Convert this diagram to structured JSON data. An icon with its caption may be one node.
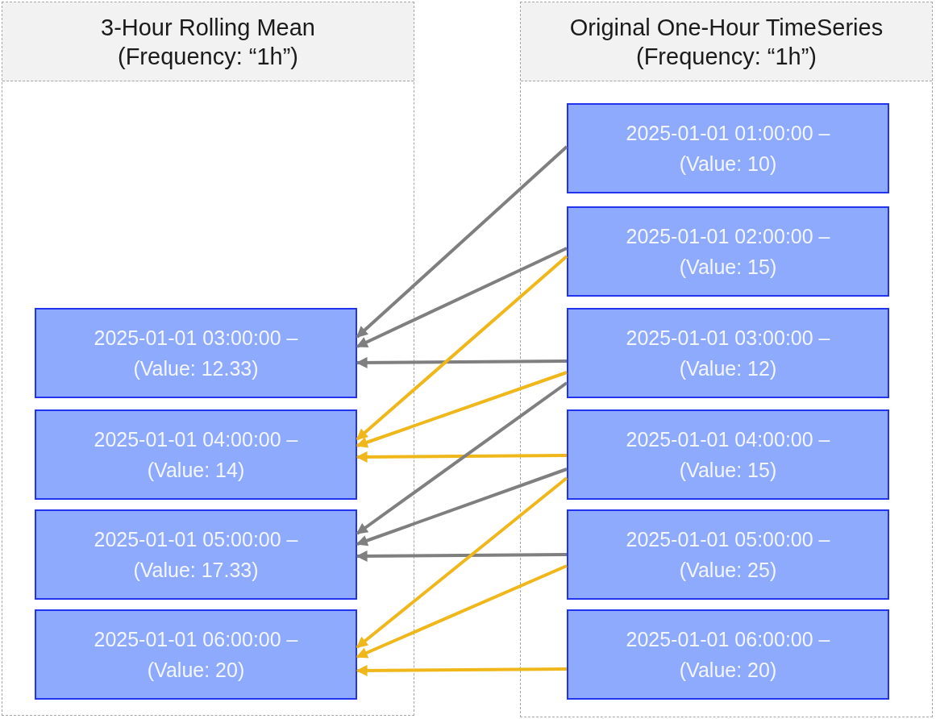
{
  "diagram": {
    "nodes": [
      {
        "text": [
          "3-Hour Rolling Mean (Frequency: “1h”)"
        ]
      },
      {
        "text": [
          "2025-01-01 03:00:00 – (Value: 12.33)"
        ],
        "in": 0
      },
      {
        "text": [
          "2025-01-01 04:00:00 – (Value: 14)"
        ],
        "in": 0
      },
      {
        "text": [
          "2025-01-01 05:00:00 – (Value: 17.33)"
        ],
        "in": 0
      },
      {
        "text": [
          "2025-01-01 06:00:00 – (Value: 20)"
        ],
        "in": 0
      },
      {
        "text": [
          "Original One-Hour TimeSeries (Frequency: “1h”)"
        ]
      },
      {
        "text": [
          "2025-01-01 01:00:00 – (Value: 10)"
        ],
        "in": 5
      },
      {
        "text": [
          "2025-01-01 02:00:00 – (Value: 15)"
        ],
        "in": 5
      },
      {
        "text": [
          "2025-01-01 03:00:00 – (Value: 12)"
        ],
        "in": 5
      },
      {
        "text": [
          "2025-01-01 04:00:00 – (Value: 15)"
        ],
        "in": 5
      },
      {
        "text": [
          "2025-01-01 05:00:00 – (Value: 25)"
        ],
        "in": 5
      },
      {
        "text": [
          "2025-01-01 06:00:00 – (Value: 20)"
        ],
        "in": 5
      }
    ],
    "edges": [
      {
        "from": 6,
        "to": 1,
        "arrow": "to"
      },
      {
        "from": 7,
        "to": 1,
        "arrow": "to"
      },
      {
        "from": 8,
        "to": 1,
        "arrow": "to"
      },
      {
        "from": 7,
        "to": 2,
        "arrow": "to",
        "color": "#f0b71a"
      },
      {
        "from": 8,
        "to": 2,
        "arrow": "to",
        "color": "#f0b71a"
      },
      {
        "from": 9,
        "to": 2,
        "arrow": "to",
        "color": "#f0b71a"
      },
      {
        "from": 8,
        "to": 3,
        "arrow": "to"
      },
      {
        "from": 9,
        "to": 3,
        "arrow": "to"
      },
      {
        "from": 10,
        "to": 3,
        "arrow": "to"
      },
      {
        "from": 9,
        "to": 4,
        "arrow": "to",
        "color": "#f0b71a"
      },
      {
        "from": 10,
        "to": 4,
        "arrow": "to",
        "color": "#f0b71a"
      },
      {
        "from": 11,
        "to": 4,
        "arrow": "to",
        "color": "#f0b71a"
      }
    ]
  }
}
